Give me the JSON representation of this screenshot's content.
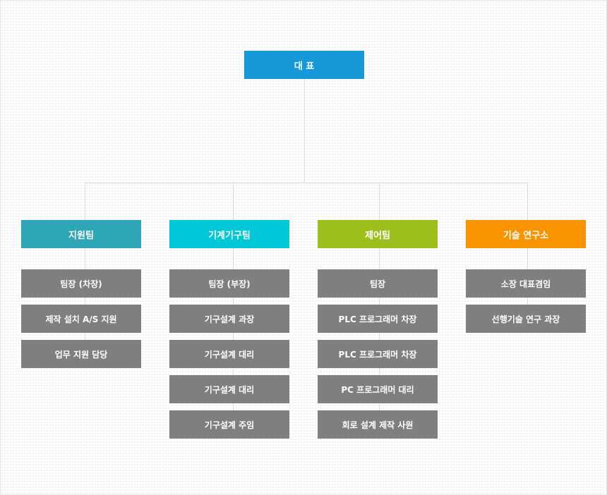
{
  "ceo": {
    "label": "대 표",
    "color": "#1599d9"
  },
  "teams": [
    {
      "label": "지원팀",
      "color": "#2ea6b6",
      "members": [
        "팀장 (차장)",
        "제작 설치 A/S 지원",
        "업무 지원 담당"
      ]
    },
    {
      "label": "기계기구팀",
      "color": "#00c8d8",
      "members": [
        "팀장 (부장)",
        "기구설계 과장",
        "기구설계 대리",
        "기구설계 대리",
        "기구설계 주임"
      ]
    },
    {
      "label": "제어팀",
      "color": "#9dbf1c",
      "members": [
        "팀장",
        "PLC 프로그래머 차장",
        "PLC 프로그래머 차장",
        "PC 프로그래머 대리",
        "회로 설계 제작 사원"
      ]
    },
    {
      "label": "기술 연구소",
      "color": "#f79400",
      "members": [
        "소장 대표겸임",
        "선행기술 연구 과장"
      ]
    }
  ]
}
